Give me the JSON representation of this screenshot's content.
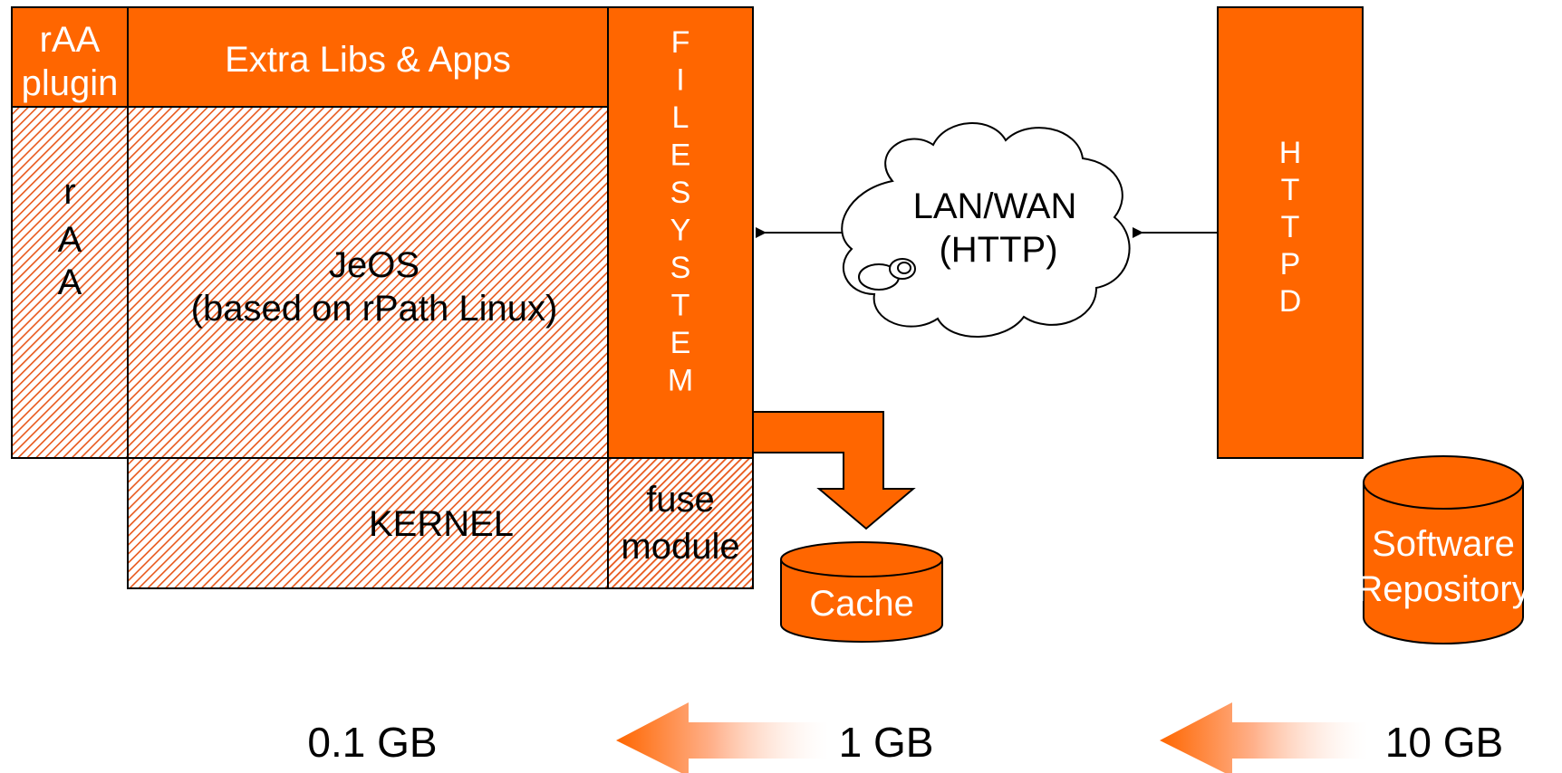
{
  "colors": {
    "orange": "#ff6600",
    "hatch": "#e8571a",
    "line": "#000000",
    "text_on_orange": "#ffffff"
  },
  "stack": {
    "raa_plugin": [
      "rAA",
      "plugin"
    ],
    "extra_libs": "Extra Libs & Apps",
    "raa_vertical": [
      "r",
      "A",
      "A"
    ],
    "jeos": [
      "JeOS",
      "(based on rPath Linux)"
    ],
    "kernel": "KERNEL",
    "fuse_module": [
      "fuse",
      "module"
    ],
    "filesystem_letters": [
      "F",
      "I",
      "L",
      "E",
      "S",
      "Y",
      "S",
      "T",
      "E",
      "M"
    ]
  },
  "network": {
    "cloud_label": [
      "LAN/WAN",
      "(HTTP)"
    ],
    "cloud_icon": "cloud-icon",
    "arrow_icon": "arrow-left-icon"
  },
  "server": {
    "httpd_letters": [
      "H",
      "T",
      "T",
      "P",
      "D"
    ],
    "repository": [
      "Software",
      "Repository"
    ]
  },
  "cache": {
    "label": "Cache",
    "icon": "database-cylinder-icon",
    "arrow_icon": "bent-down-arrow-icon"
  },
  "sizes": {
    "left": "0.1 GB",
    "middle": "1 GB",
    "right": "10 GB",
    "arrow_icon": "gradient-left-arrow-icon"
  }
}
